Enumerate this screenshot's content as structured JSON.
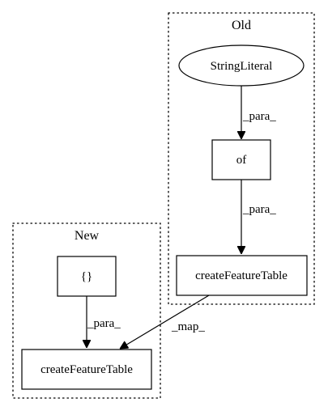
{
  "clusters": {
    "old": {
      "label": "Old"
    },
    "new": {
      "label": "New"
    }
  },
  "nodes": {
    "string_literal": {
      "label": "StringLiteral",
      "shape": "ellipse"
    },
    "of": {
      "label": "of",
      "shape": "box"
    },
    "create_feature_table_old": {
      "label": "createFeatureTable",
      "shape": "box"
    },
    "braces": {
      "label": "{}",
      "shape": "box"
    },
    "create_feature_table_new": {
      "label": "createFeatureTable",
      "shape": "box"
    }
  },
  "edges": [
    {
      "from": "StringLiteral",
      "to": "of",
      "label": "_para_"
    },
    {
      "from": "of",
      "to": "createFeatureTable (Old)",
      "label": "_para_"
    },
    {
      "from": "{}",
      "to": "createFeatureTable (New)",
      "label": "_para_"
    },
    {
      "from": "createFeatureTable (Old)",
      "to": "createFeatureTable (New)",
      "label": "_map_"
    }
  ],
  "colors": {
    "stroke": "#000000",
    "background": "#ffffff"
  }
}
